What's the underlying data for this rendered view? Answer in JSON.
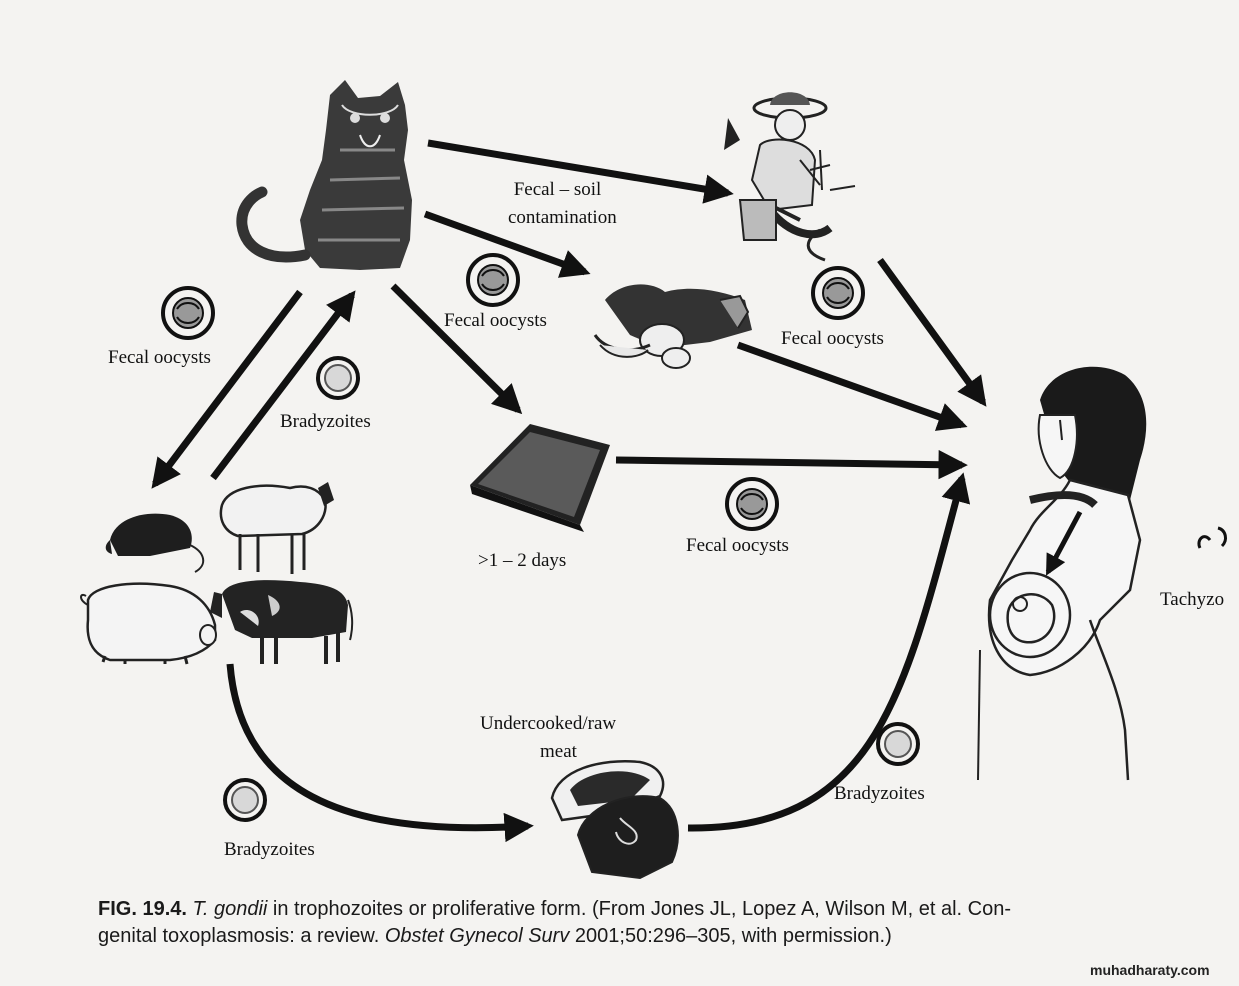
{
  "labels": {
    "fecal_soil": "Fecal – soil",
    "contamination": "contamination",
    "fecal_oocysts_top": "Fecal oocysts",
    "fecal_oocysts_left": "Fecal oocysts",
    "fecal_oocysts_right": "Fecal oocysts",
    "fecal_oocysts_bottom": "Fecal oocysts",
    "bradyzoites_mid": "Bradyzoites",
    "bradyzoites_bottom_left": "Bradyzoites",
    "bradyzoites_bottom_right": "Bradyzoites",
    "days": ">1 – 2 days",
    "undercooked": "Undercooked/raw",
    "meat": "meat",
    "tachyzoites": "Tachyzo"
  },
  "caption": {
    "fig": "FIG. 19.4.",
    "species": "T. gondii",
    "text1": " in trophozoites or proliferative form. (From Jones JL, Lopez A, Wilson M, et al. Con-",
    "text2": "genital toxoplasmosis: a review. ",
    "journal": "Obstet Gynecol Surv",
    "text3": " 2001;50:296–305, with permission.)"
  },
  "watermark": "muhadharaty.com"
}
